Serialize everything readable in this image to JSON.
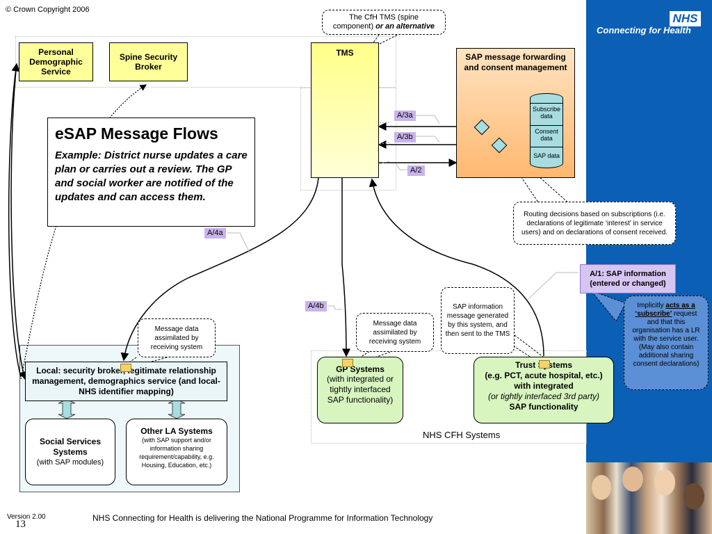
{
  "copyright": "© Crown Copyright 2006",
  "nhs_logo": "NHS",
  "brand_tagline": "Connecting for Health",
  "footer": {
    "version": "Version 2.00",
    "page_number": "13",
    "statement": "NHS Connecting for Health is delivering the National Programme for Information Technology"
  },
  "title": {
    "heading": "eSAP Message Flows",
    "body": "Example: District nurse updates a care plan or carries out a review. The GP and social worker are notified of the updates and can access them."
  },
  "nodes": {
    "pds": "Personal Demographic Service",
    "ssb": "Spine Security Broker",
    "tms": "TMS",
    "tms_note_line1": "The CfH TMS (spine",
    "tms_note_line2": "component)",
    "tms_note_alt": "or an alternative",
    "sap_fwd": "SAP message forwarding and consent management",
    "db_subscribe": "Subscribe data",
    "db_consent": "Consent data",
    "db_sap": "SAP data",
    "local_security": "Local: security broker, legitimate relationship management, demographics service (and local-NHS identifier mapping)",
    "social_title": "Social Services Systems",
    "social_sub": "(with SAP modules)",
    "other_la_title": "Other LA Systems",
    "other_la_sub": "(with SAP support and/or information sharing requirement/capability, e.g. Housing, Education, etc.)",
    "gp_title": "GP Systems",
    "gp_sub": "(with integrated or tightly interfaced SAP functionality)",
    "trust_line1": "Trust Systems",
    "trust_line2": "(e.g. PCT, acute hospital, etc.)",
    "trust_line3": "with integrated",
    "trust_line4": "(or tightly interfaced 3rd party)",
    "trust_line5": "SAP functionality",
    "nhs_cfh_systems": "NHS CFH Systems"
  },
  "callouts": {
    "routing": "Routing decisions based on subscriptions (i.e. declarations of legitimate ‘interest’ in service users) and on declarations of consent received.",
    "assim_local": "Message data assimilated by receiving system",
    "assim_gp": "Message data assimilated by receiving system",
    "sap_generated": "SAP information message generated by this system, and then sent to the TMS",
    "a1": "A/1: SAP information (entered or changed)",
    "implicit_pre": "Implicitly",
    "implicit_em": "acts as a ‘subscribe’",
    "implicit_post": "request and that this organisation has a LR with the service user.  (May also contain additional sharing consent declarations)"
  },
  "flow_labels": {
    "a3a": "A/3a",
    "a3b": "A/3b",
    "a2": "A/2",
    "a4a": "A/4a",
    "a4b": "A/4b"
  },
  "colors": {
    "nhs_blue": "#0b5fb5",
    "tms_yellow": "#ffff99",
    "sap_orange": "#ffc98a",
    "green": "#d8f5c0",
    "label_purple": "#c9b3ec",
    "db_teal": "#a7dde0"
  }
}
